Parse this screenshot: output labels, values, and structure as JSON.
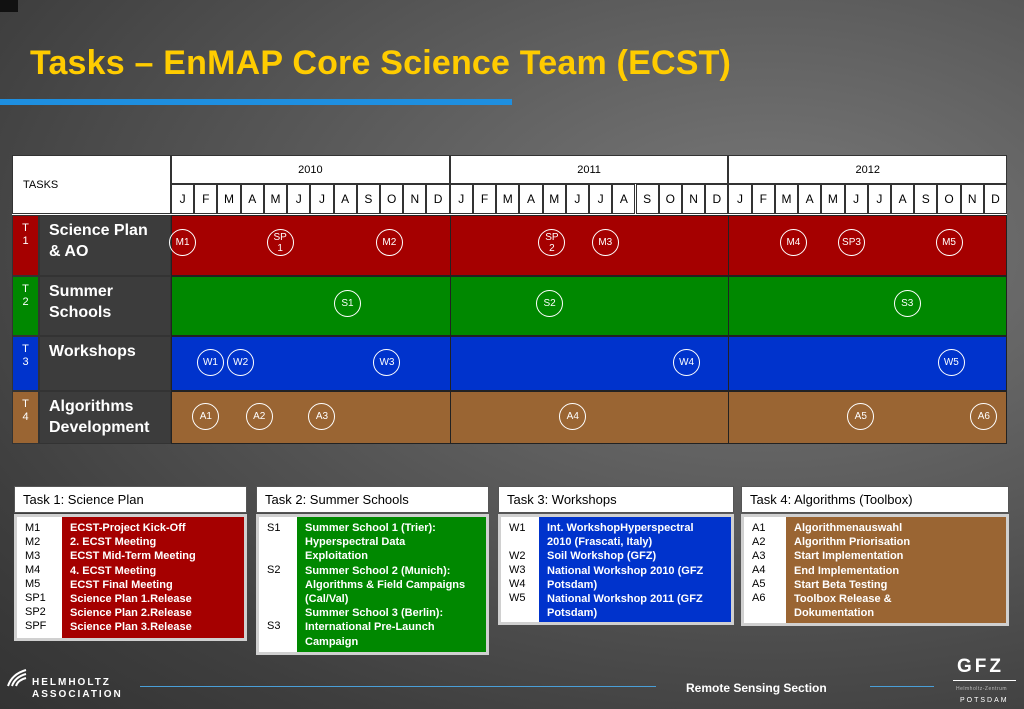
{
  "title": "Tasks – EnMAP Core Science Team (ECST)",
  "gantt": {
    "tasks_header": "TASKS",
    "years": [
      "2010",
      "2011",
      "2012"
    ],
    "months": [
      "J",
      "F",
      "M",
      "A",
      "M",
      "J",
      "J",
      "A",
      "S",
      "O",
      "N",
      "D"
    ],
    "rows": [
      {
        "id": "T\n1",
        "name": "Science Plan\n& AO",
        "color": "#a50000",
        "milestones": [
          {
            "label": "M1",
            "month": 0.5
          },
          {
            "label": "SP\n1",
            "month": 4.7
          },
          {
            "label": "M2",
            "month": 9.4
          },
          {
            "label": "SP\n2",
            "month": 16.4
          },
          {
            "label": "M3",
            "month": 18.7
          },
          {
            "label": "M4",
            "month": 26.8
          },
          {
            "label": "SP3",
            "month": 29.3
          },
          {
            "label": "M5",
            "month": 33.5
          }
        ]
      },
      {
        "id": "T\n2",
        "name": "Summer\nSchools",
        "color": "#008800",
        "milestones": [
          {
            "label": "S1",
            "month": 7.6
          },
          {
            "label": "S2",
            "month": 16.3
          },
          {
            "label": "S3",
            "month": 31.7
          }
        ]
      },
      {
        "id": "T\n3",
        "name": "Workshops",
        "color": "#0033cc",
        "milestones": [
          {
            "label": "W1",
            "month": 1.7
          },
          {
            "label": "W2",
            "month": 3.0
          },
          {
            "label": "W3",
            "month": 9.3
          },
          {
            "label": "W4",
            "month": 22.2
          },
          {
            "label": "W5",
            "month": 33.6
          }
        ]
      },
      {
        "id": "T\n4",
        "name": "Algorithms\nDevelopment",
        "color": "#9a6533",
        "milestones": [
          {
            "label": "A1",
            "month": 1.5
          },
          {
            "label": "A2",
            "month": 3.8
          },
          {
            "label": "A3",
            "month": 6.5
          },
          {
            "label": "A4",
            "month": 17.3
          },
          {
            "label": "A5",
            "month": 29.7
          },
          {
            "label": "A6",
            "month": 35.0
          }
        ]
      }
    ]
  },
  "panels": [
    {
      "title": "Task 1: Science Plan",
      "color": "#a50000",
      "codes": "M1\nM2\nM3\nM4\nM5\nSP1\nSP2\nSPF",
      "descs": [
        "ECST-Project Kick-Off",
        "2. ECST Meeting",
        "ECST Mid-Term Meeting",
        "4. ECST Meeting",
        "ECST Final Meeting",
        "Science Plan 1.Release",
        "Science Plan 2.Release",
        "Science Plan 3.Release"
      ]
    },
    {
      "title": "Task 2: Summer Schools",
      "color": "#008800",
      "codes": "S1\n\n\nS2\n\n\n\nS3",
      "descs": [
        "Summer School 1 (Trier):",
        "Hyperspectral Data",
        "Exploitation",
        "Summer School 2 (Munich):",
        "Algorithms & Field Campaigns",
        "(Cal/Val)",
        "Summer School 3  (Berlin):",
        "International Pre-Launch",
        "Campaign"
      ]
    },
    {
      "title": "Task 3: Workshops",
      "color": "#0033cc",
      "codes": "W1\n\nW2\nW3\nW4\nW5",
      "descs": [
        "Int. WorkshopHyperspectral",
        "2010 (Frascati, Italy)",
        "Soil Workshop (GFZ)",
        "National Workshop 2010 (GFZ",
        "Potsdam)",
        "National Workshop 2011 (GFZ",
        "Potsdam)"
      ]
    },
    {
      "title": "Task 4: Algorithms (Toolbox)",
      "color": "#9a6533",
      "codes": "A1\nA2\nA3\nA4\nA5\nA6",
      "descs": [
        "Algorithmenauswahl",
        "Algorithm Priorisation",
        "Start Implementation",
        "End Implementation",
        "Start Beta Testing",
        "Toolbox Release &",
        "Dokumentation"
      ]
    }
  ],
  "footer": {
    "helmholtz_line1": "HELMHOLTZ",
    "helmholtz_line2": "ASSOCIATION",
    "section": "Remote Sensing Section",
    "gfz": "GFZ",
    "gfz_small": "Helmholtz-Zentrum",
    "potsdam": "POTSDAM"
  }
}
